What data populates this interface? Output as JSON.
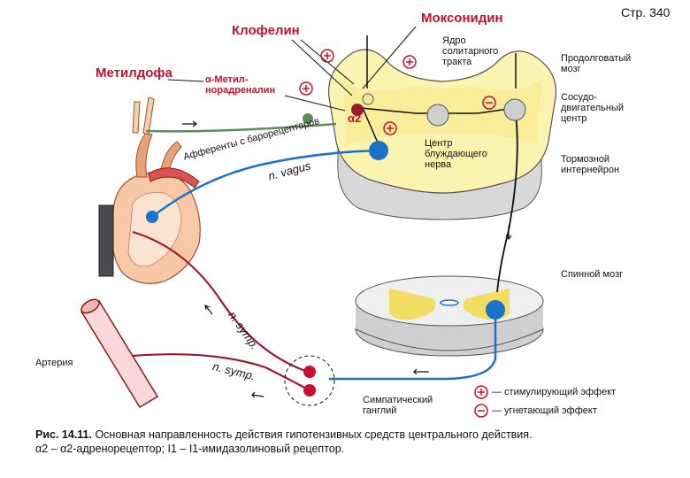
{
  "page_number": "Стр. 340",
  "drugs": {
    "clonidine": "Клофелин",
    "moxonidine": "Моксонидин",
    "methyldopa": "Метилдофа",
    "alpha_methylnoradrenaline": "α-Метил-\nнорадреналин"
  },
  "labels": {
    "solitary_tract": "Ядро\nсолитарного\nтракта",
    "medulla": "Продолговатый\nмозг",
    "vasomotor": "Сосудо-\nдвигательный\nцентр",
    "vagus_center": "Центр\nблуждающего\nнерва",
    "inhibitory": "Тормозной\nинтернейрон",
    "spinal_cord": "Спинной мозг",
    "artery": "Артерия",
    "ganglion": "Симпатический\nганглий",
    "baroreceptor_afferents": "Афференты с барорецепторов",
    "n_vagus": "n. vagus",
    "n_symp_1": "n. symp.",
    "n_symp_2": "n. symp.",
    "alpha2": "α2"
  },
  "legend": {
    "plus": "— стимулирующий эффект",
    "minus": "— угнетающий эффект"
  },
  "caption": {
    "prefix": "Рис. 14.11.",
    "text": " Основная направленность действия гипотензивных средств центрального действия.",
    "line2": "α2 – α2-адренорецептор; I1 – I1-имидазолиновый рецептор."
  },
  "colors": {
    "accent_red": "#c8102e",
    "nerve_blue": "#1a73c9",
    "nerve_green": "#5a8f5a",
    "nerve_darkred": "#a01830",
    "brain_fill": "#fbf3b0",
    "brain_gray": "#c9c9c9"
  }
}
